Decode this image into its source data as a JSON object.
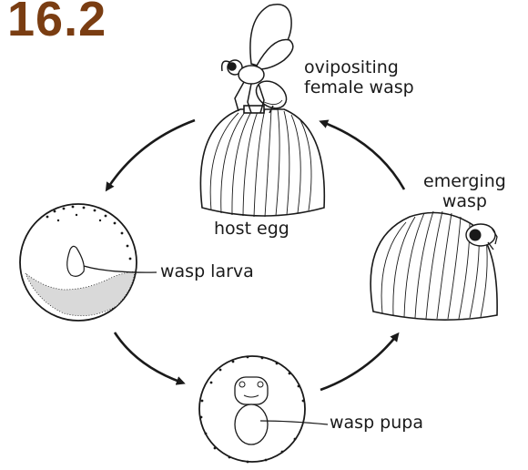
{
  "figure": {
    "number": "16.2"
  },
  "stages": {
    "ovipositing": {
      "line1": "ovipositing",
      "line2": "female wasp"
    },
    "host_egg": {
      "label": "host egg"
    },
    "larva": {
      "label": "wasp larva"
    },
    "pupa": {
      "label": "wasp pupa"
    },
    "emerging": {
      "line1": "emerging",
      "line2": "wasp"
    }
  },
  "colors": {
    "figure_number": "#7a3d12",
    "ink": "#1a1a1a",
    "background": "#ffffff"
  }
}
